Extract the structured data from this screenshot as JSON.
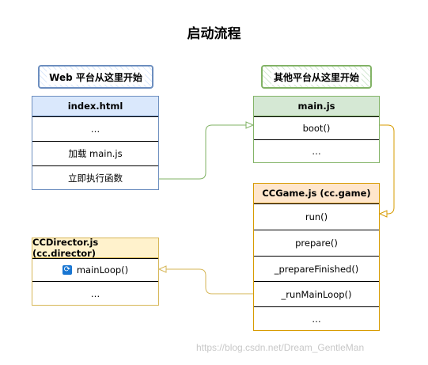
{
  "title": "启动流程",
  "web_note": "Web 平台从这里开始",
  "other_note": "其他平台从这里开始",
  "index_box": {
    "header": "index.html",
    "rows": [
      "…",
      "加载 main.js",
      "立即执行函数"
    ]
  },
  "main_box": {
    "header": "main.js",
    "rows": [
      "boot()",
      "…"
    ]
  },
  "game_box": {
    "header": "CCGame.js (cc.game)",
    "rows": [
      "run()",
      "prepare()",
      "_prepareFinished()",
      "_runMainLoop()",
      "…"
    ]
  },
  "director_box": {
    "header": "CCDirector.js (cc.director)",
    "rows": [
      "mainLoop()",
      "…"
    ]
  },
  "watermark": "https://blog.csdn.net/Dream_GentleMan",
  "colors": {
    "blue_stroke": "#6c8ebf",
    "green_stroke": "#82b366",
    "orange_stroke": "#d79b00",
    "yellow_stroke": "#d6b656"
  },
  "icons": {
    "main_loop": "loop-icon"
  }
}
